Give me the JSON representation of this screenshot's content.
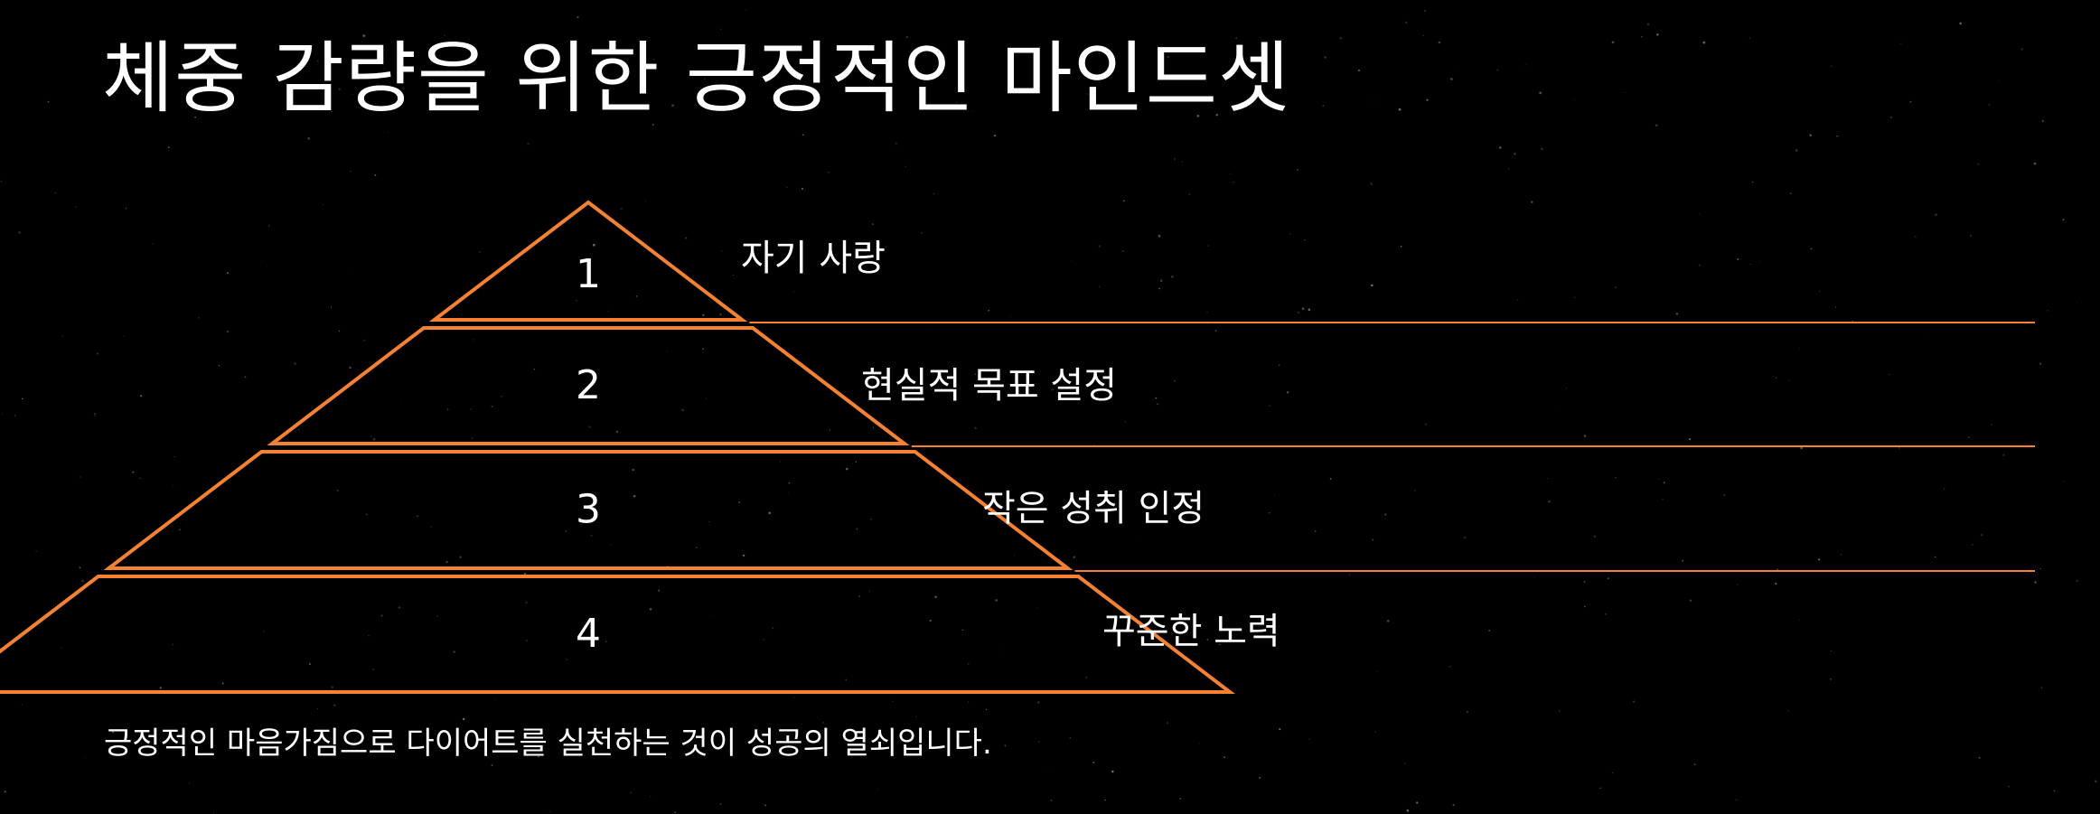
{
  "title": "체중 감량을 위한 긍정적인 마인드셋",
  "caption": "긍정적인 마음가짐으로 다이어트를 실천하는 것이 성공의 열쇠입니다.",
  "colors": {
    "background": "#000000",
    "accent": "#F58232",
    "text": "#FFFFFF"
  },
  "levels": [
    {
      "number": "1",
      "label": "자기 사랑"
    },
    {
      "number": "2",
      "label": "현실적 목표 설정"
    },
    {
      "number": "3",
      "label": "작은 성취 인정"
    },
    {
      "number": "4",
      "label": "꾸준한 노력"
    }
  ]
}
